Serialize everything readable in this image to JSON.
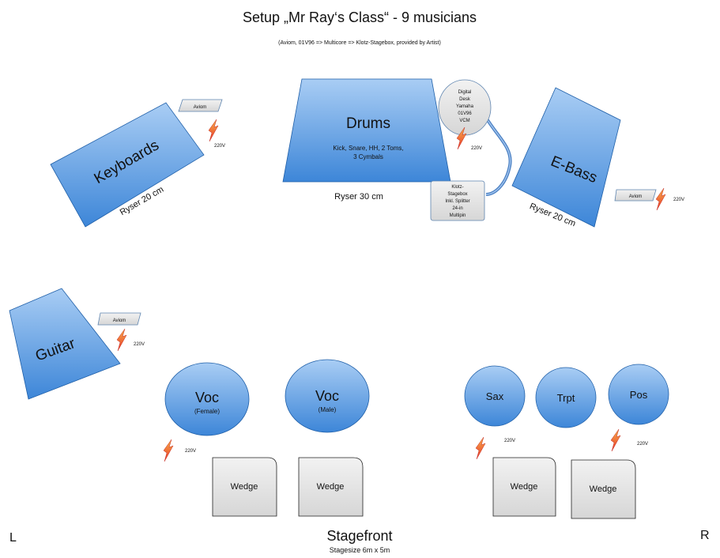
{
  "title": "Setup „Mr Ray‘s Class“ - 9 musicians",
  "subtitle": "(Aviom, 01V96 => Multicore => Klotz-Stagebox, provided by Artist)",
  "colors": {
    "blue_light": "#a9cdf4",
    "blue_dark": "#3d86d8",
    "grey_box": "#e6e6e6",
    "border": "#1f5fa8",
    "bolt": "#e8352a",
    "bolt_light": "#f7b24a"
  },
  "riser_keyboards": {
    "label": "Keyboards",
    "riser": "Ryser 20 cm"
  },
  "riser_drums": {
    "label": "Drums",
    "detail_line1": "Kick, Snare, HH, 2 Toms,",
    "detail_line2": "3 Cymbals",
    "riser": "Ryser 30 cm"
  },
  "riser_bass": {
    "label": "E-Bass",
    "riser": "Ryser 20 cm"
  },
  "guitar": {
    "label": "Guitar"
  },
  "digital_desk": {
    "lines": [
      "Digital",
      "Desk",
      "Yamaha",
      "01V96",
      "VCM"
    ]
  },
  "stagebox": {
    "lines": [
      "Klotz-",
      "Stagebox",
      "Inkl. Splitter",
      "24-in",
      "Multipin"
    ]
  },
  "aviom_label": "Aviom",
  "power_label": "220V",
  "voc_female": {
    "label": "Voc",
    "sub": "(Female)"
  },
  "voc_male": {
    "label": "Voc",
    "sub": "(Male)"
  },
  "sax": "Sax",
  "trpt": "Trpt",
  "pos": "Pos",
  "wedge_label": "Wedge",
  "left_marker": "L",
  "right_marker": "R",
  "stagefront": "Stagefront",
  "stagesize": "Stagesize 6m x 5m"
}
